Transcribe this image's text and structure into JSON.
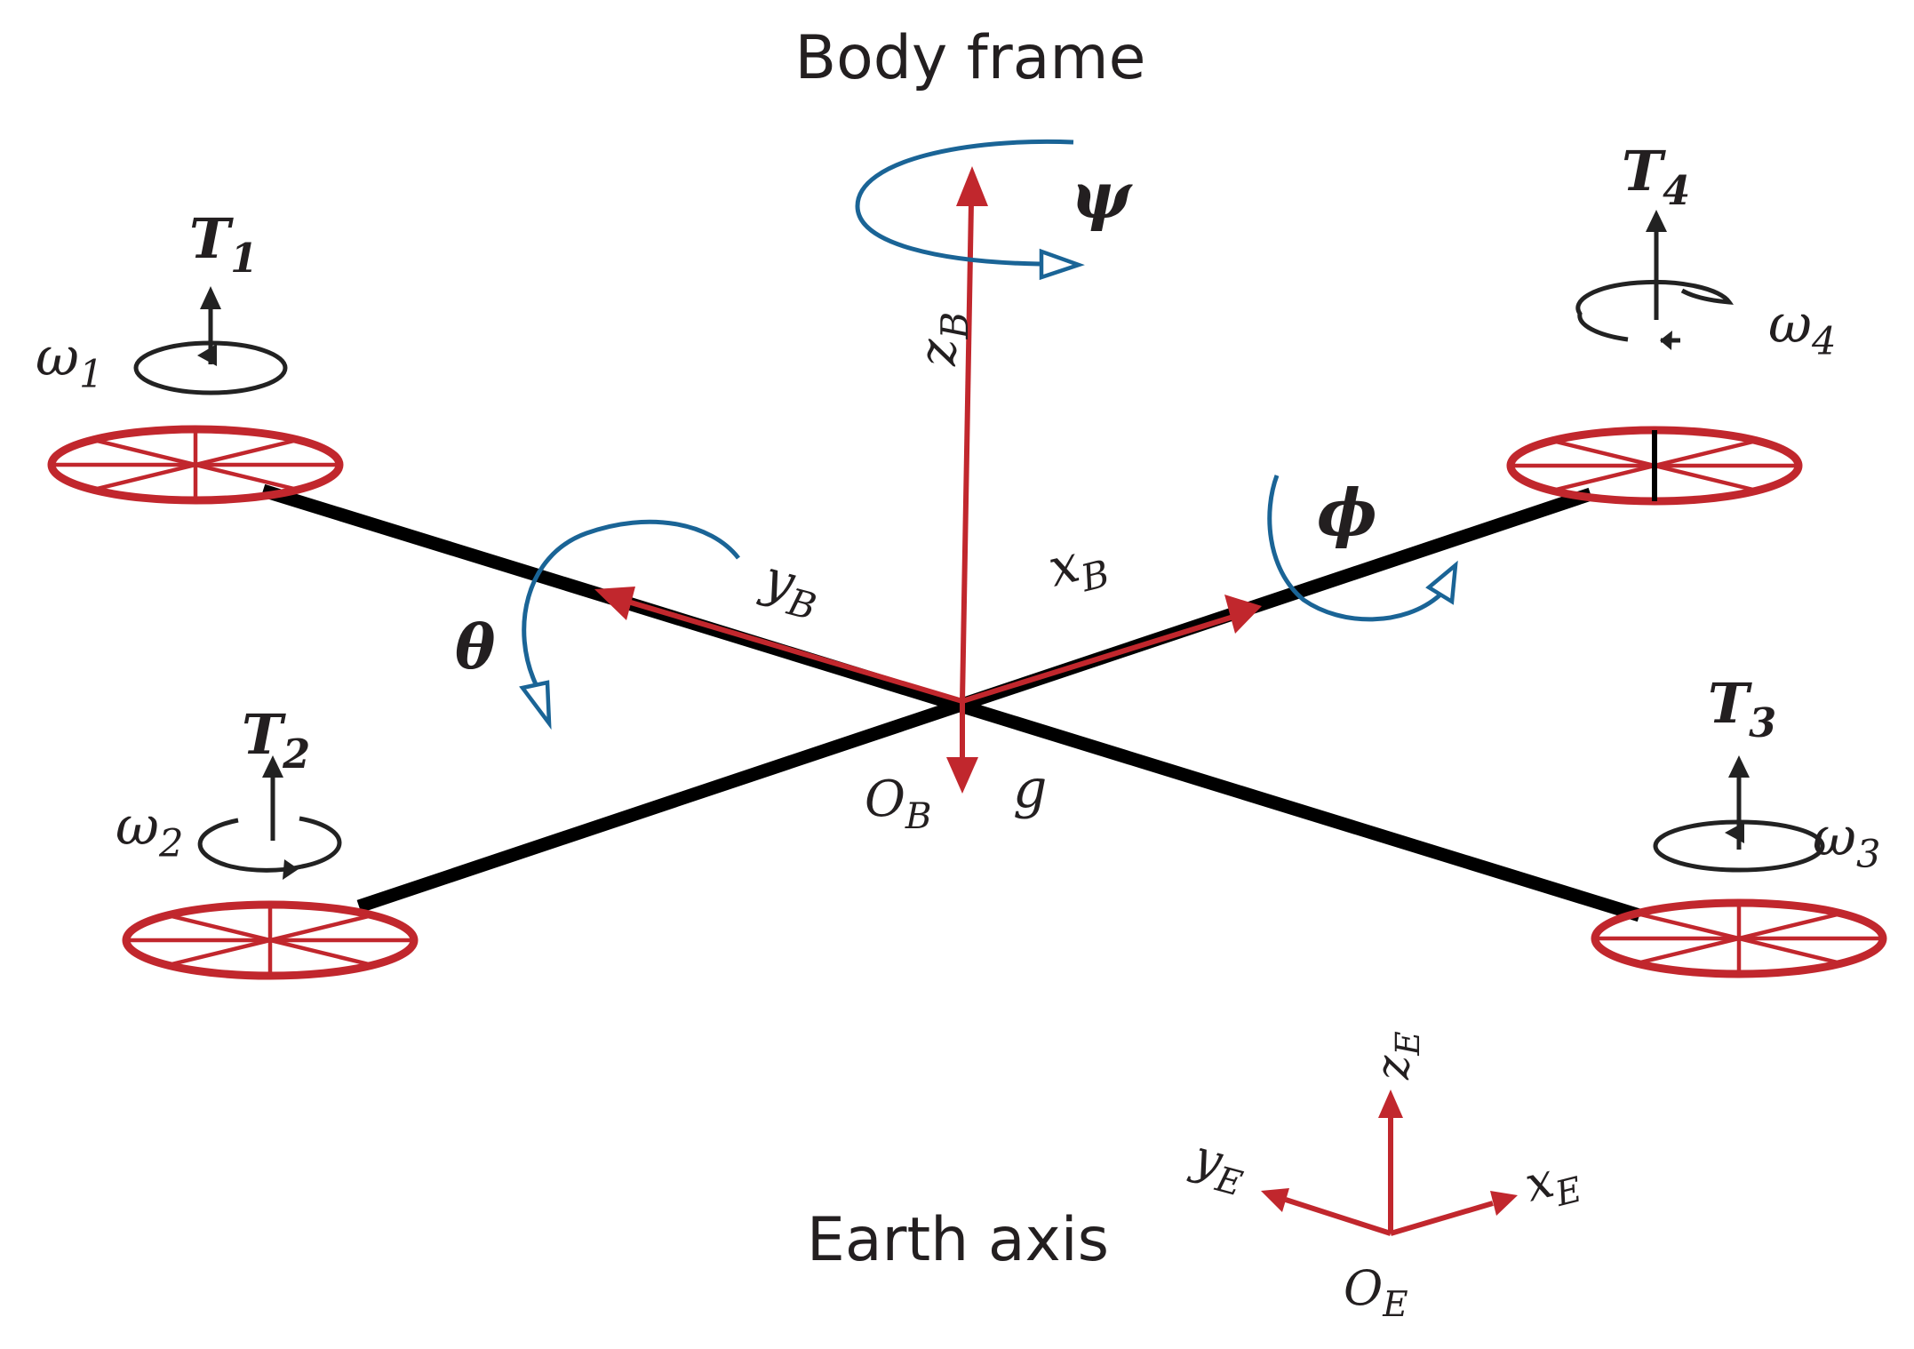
{
  "labels": {
    "body_frame": "Body frame",
    "earth_axis": "Earth axis"
  },
  "body_axes": {
    "origin": {
      "base": "O",
      "sub": "B"
    },
    "x": {
      "base": "x",
      "sub": "B"
    },
    "y": {
      "base": "y",
      "sub": "B"
    },
    "z": {
      "base": "z",
      "sub": "B"
    },
    "gravity": "g"
  },
  "earth_axes": {
    "origin": {
      "base": "O",
      "sub": "E"
    },
    "x": {
      "base": "x",
      "sub": "E"
    },
    "y": {
      "base": "y",
      "sub": "E"
    },
    "z": {
      "base": "z",
      "sub": "E"
    }
  },
  "rotations": {
    "yaw": "ψ",
    "pitch": "θ",
    "roll": "ϕ"
  },
  "rotors": [
    {
      "thrust": {
        "base": "T",
        "sub": "1"
      },
      "speed": {
        "base": "ω",
        "sub": "1"
      }
    },
    {
      "thrust": {
        "base": "T",
        "sub": "2"
      },
      "speed": {
        "base": "ω",
        "sub": "2"
      }
    },
    {
      "thrust": {
        "base": "T",
        "sub": "3"
      },
      "speed": {
        "base": "ω",
        "sub": "3"
      }
    },
    {
      "thrust": {
        "base": "T",
        "sub": "4"
      },
      "speed": {
        "base": "ω",
        "sub": "4"
      }
    }
  ],
  "colors": {
    "frame_arm": "#000000",
    "axis_red": "#c1272d",
    "rotation_blue": "#1a6496",
    "text": "#231f20"
  }
}
